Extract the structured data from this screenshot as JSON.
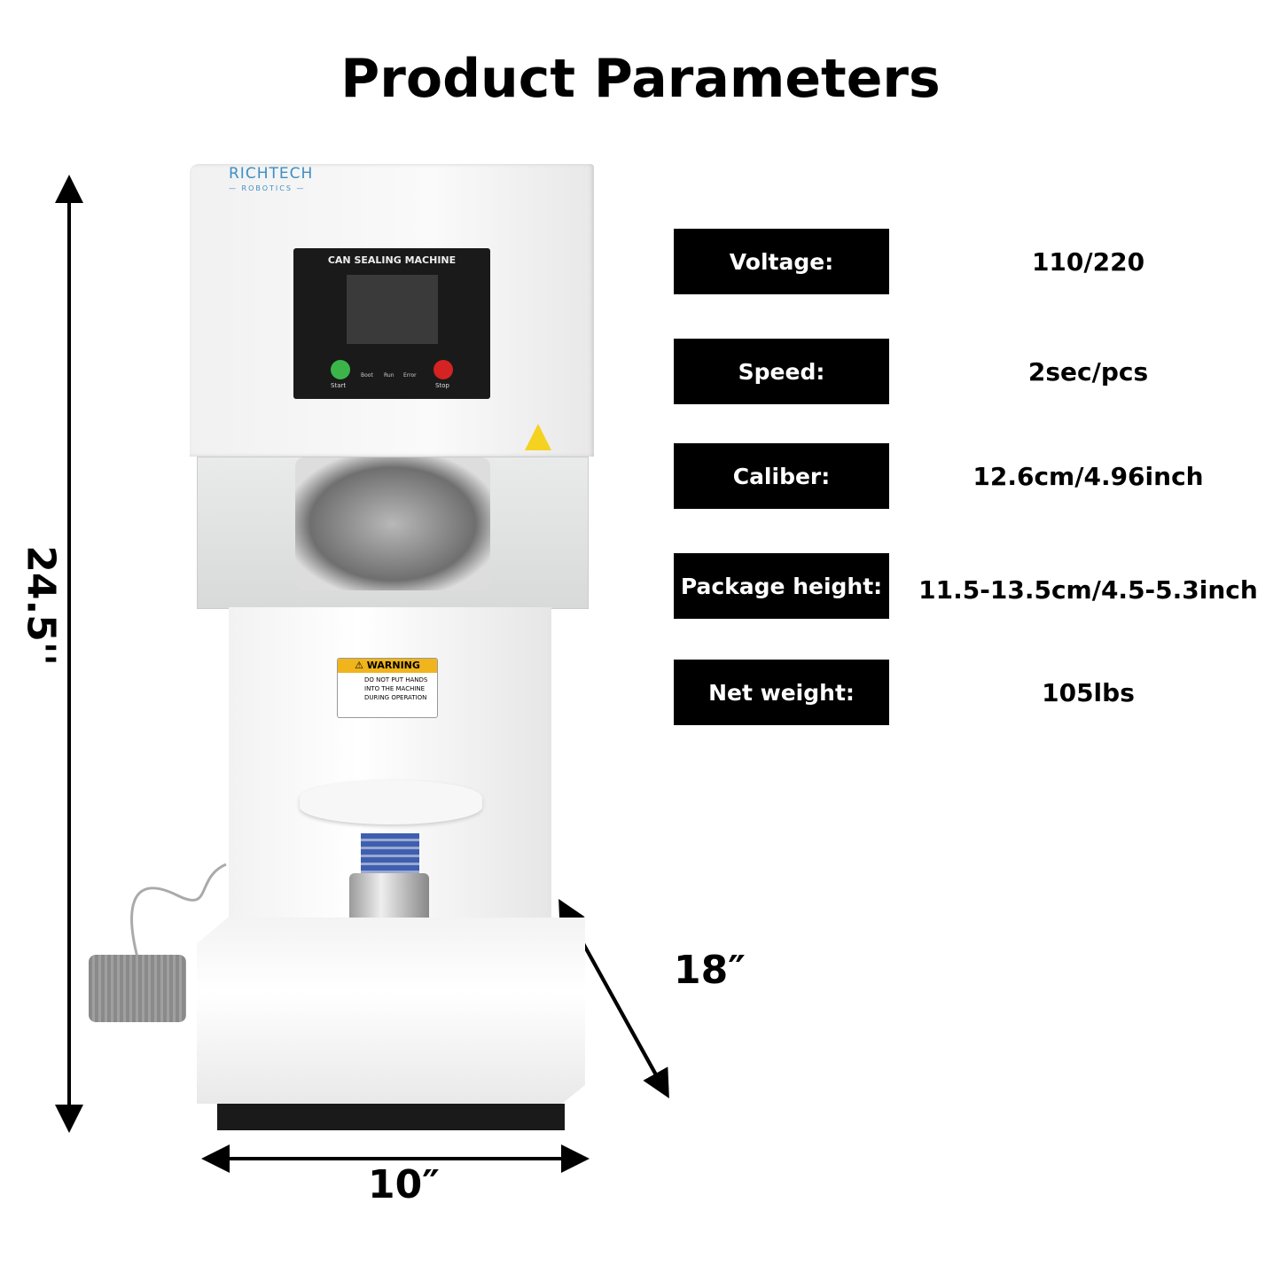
{
  "title": "Product Parameters",
  "params": [
    {
      "label": "Voltage:",
      "value": "110/220"
    },
    {
      "label": "Speed:",
      "value": "2sec/pcs"
    },
    {
      "label": "Caliber:",
      "value": "12.6cm/4.96inch"
    },
    {
      "label": "Package height:",
      "value": "11.5-13.5cm/4.5-5.3inch"
    },
    {
      "label": "Net weight:",
      "value": "105lbs"
    }
  ],
  "dimensions": {
    "height": "24.5''",
    "width": "10″",
    "depth": "18″"
  },
  "machine": {
    "brand": "RICHTECH",
    "brand_sub": "— ROBOTICS —",
    "panel_title": "CAN SEALING MACHINE",
    "start": "Start",
    "stop": "Stop",
    "leds": [
      "Boot",
      "Run",
      "Error"
    ],
    "warning_title": "⚠ WARNING",
    "warning_text": "DO NOT PUT HANDS INTO THE MACHINE DURING OPERATION"
  }
}
